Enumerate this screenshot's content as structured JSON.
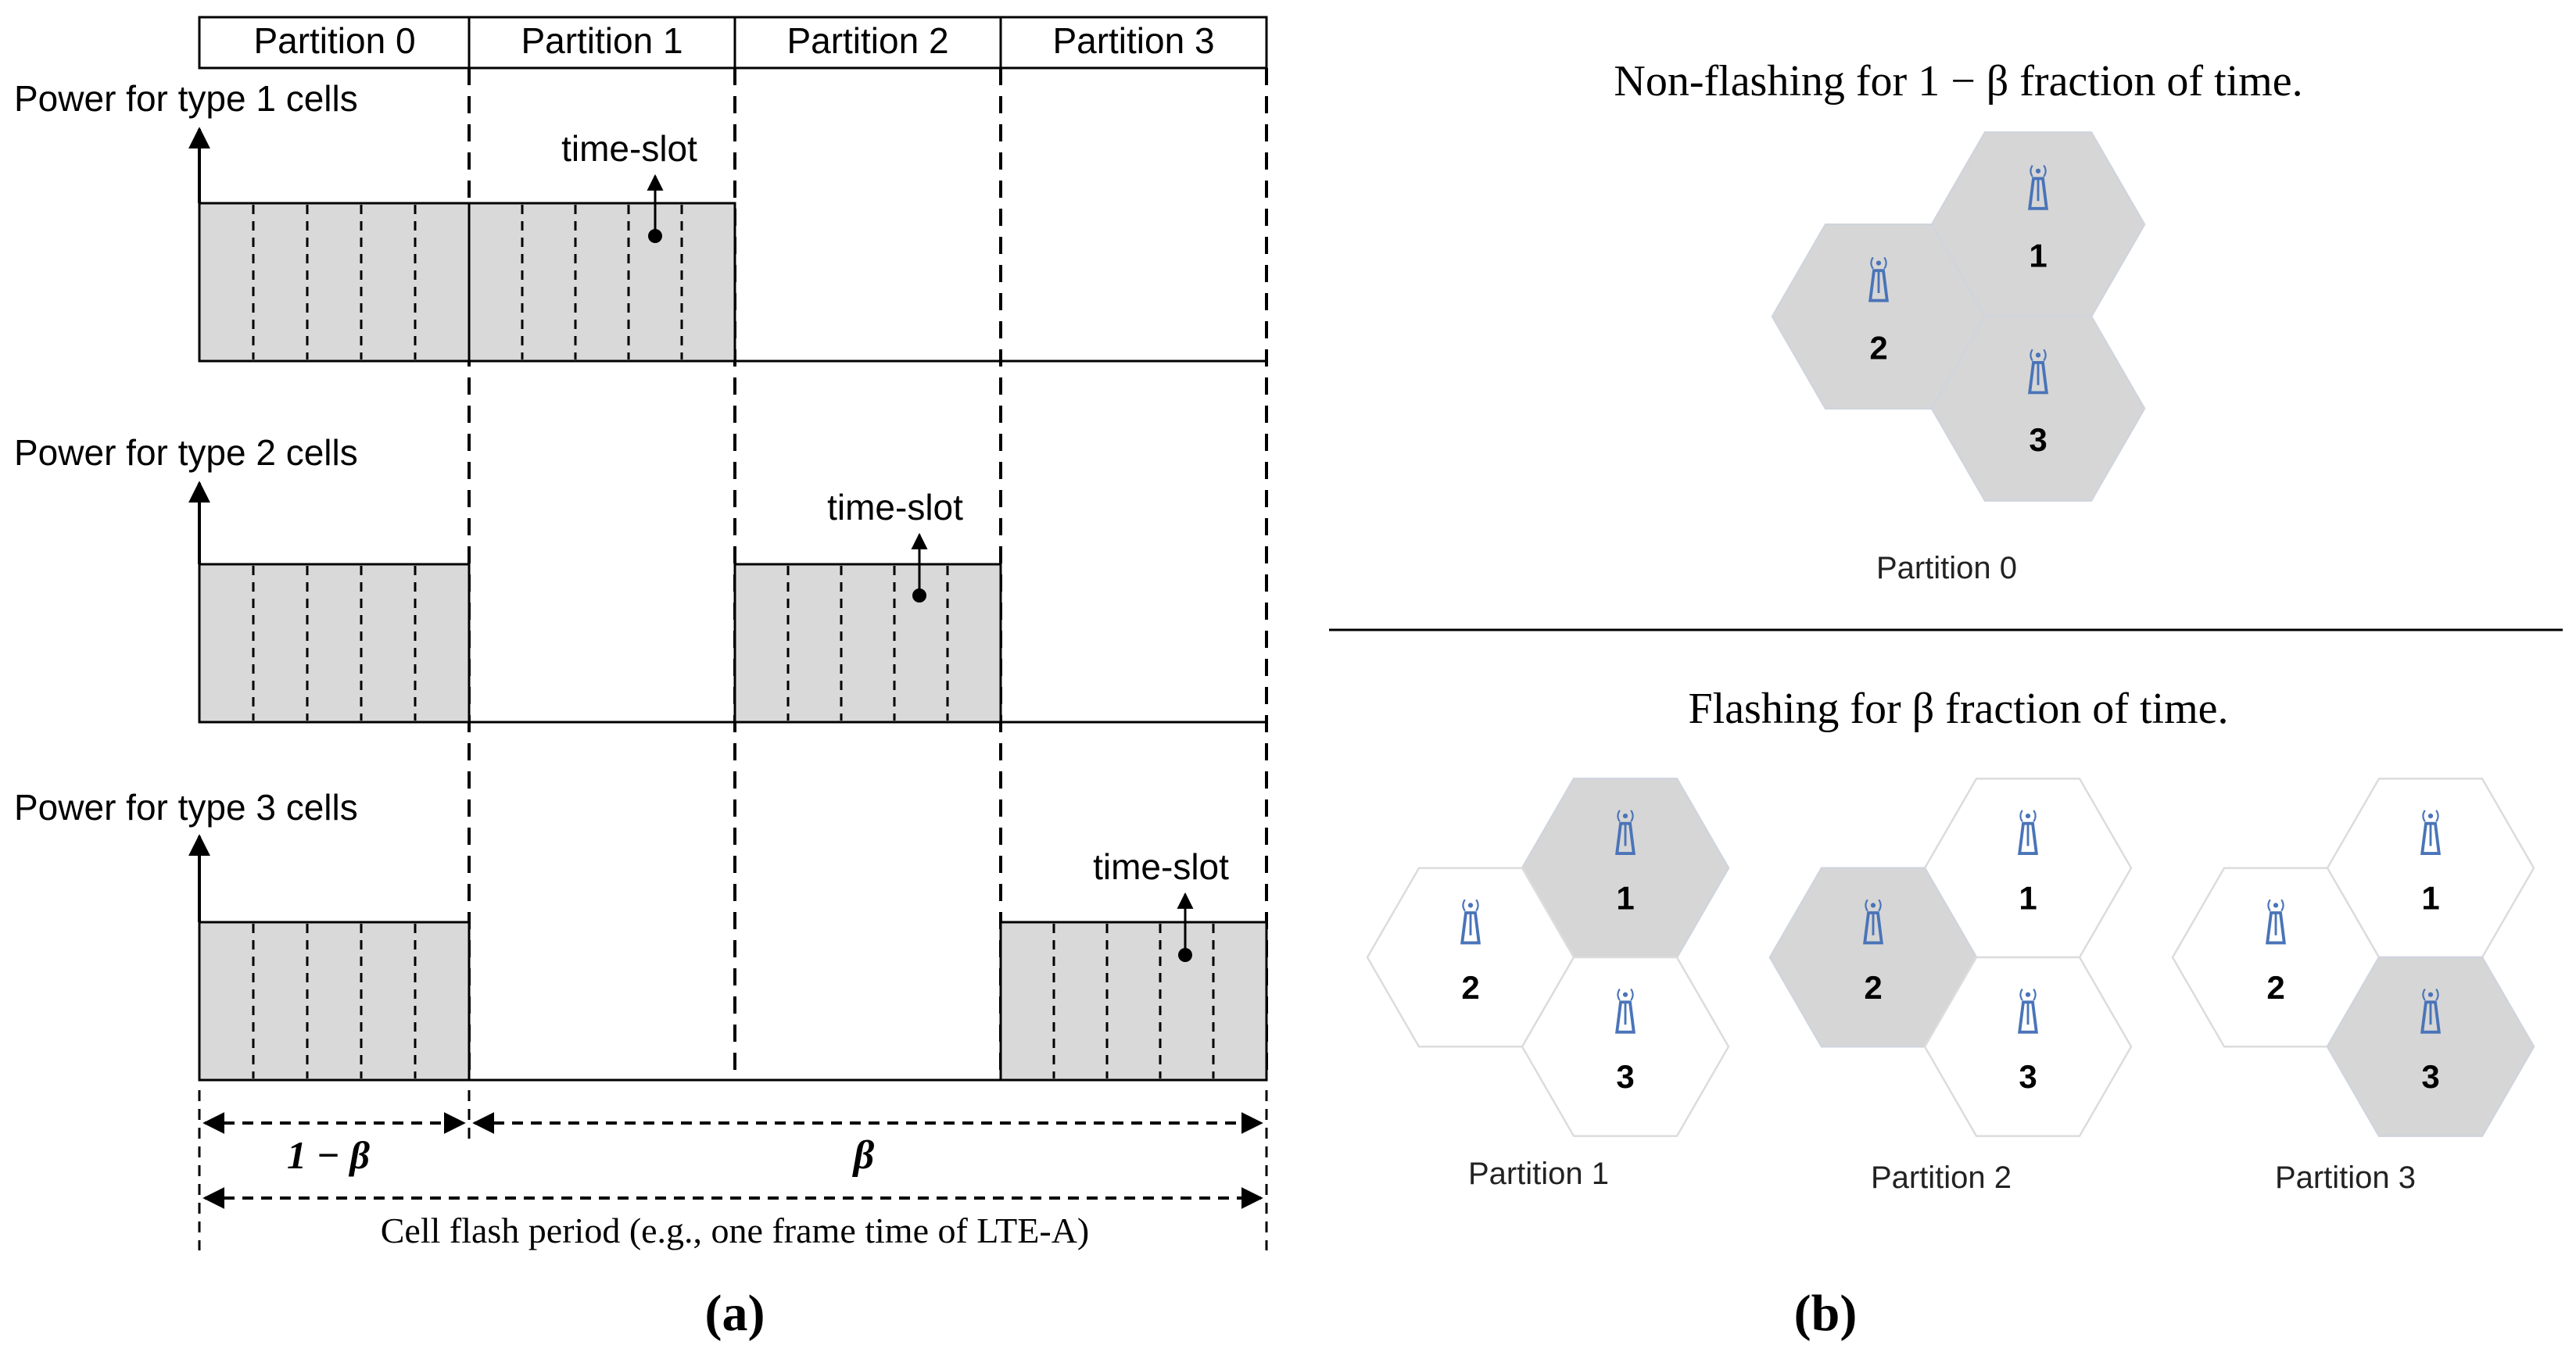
{
  "panel_a": {
    "partitions": [
      "Partition 0",
      "Partition 1",
      "Partition 2",
      "Partition 3"
    ],
    "rows": [
      {
        "label": "Power for type 1 cells",
        "slot_label": "time-slot",
        "active_partitions": [
          0,
          1
        ],
        "slot_in": 1
      },
      {
        "label": "Power for type 2 cells",
        "slot_label": "time-slot",
        "active_partitions": [
          0,
          2
        ],
        "slot_in": 2
      },
      {
        "label": "Power for type 3 cells",
        "slot_label": "time-slot",
        "active_partitions": [
          0,
          3
        ],
        "slot_in": 3
      }
    ],
    "one_minus_beta": "1 − β",
    "beta": "β",
    "period_label": "Cell flash period (e.g., one frame time of LTE-A)",
    "caption": "(a)"
  },
  "panel_b": {
    "top_title": "Non-flashing for 1 − β fraction of time.",
    "bottom_title": "Flashing for β fraction of time.",
    "caption": "(b)",
    "cell_labels": [
      "1",
      "2",
      "3"
    ],
    "groups": [
      {
        "label": "Partition 0",
        "shaded": [
          "1",
          "2",
          "3"
        ]
      },
      {
        "label": "Partition 1",
        "shaded": [
          "1"
        ]
      },
      {
        "label": "Partition 2",
        "shaded": [
          "2"
        ]
      },
      {
        "label": "Partition 3",
        "shaded": [
          "3"
        ]
      }
    ],
    "colors": {
      "shaded": "#d6d6d6",
      "empty": "#ffffff",
      "antenna": "#4a74b8"
    }
  }
}
